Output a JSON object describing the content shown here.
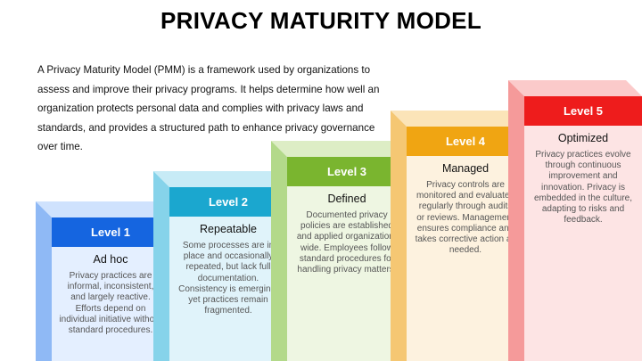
{
  "title": "PRIVACY MATURITY MODEL",
  "intro": "A Privacy Maturity Model (PMM) is a framework used by organizations to assess and improve their privacy programs. It helps determine how well an organization protects personal data and complies with privacy laws and standards, and provides a structured path to enhance privacy governance over time.",
  "levels": [
    {
      "label": "Level 1",
      "name": "Ad hoc",
      "description": "Privacy practices are informal, inconsistent, and largely reactive. Efforts depend on individual initiative without standard procedures.",
      "band_color": "#1565e0",
      "face_color": "#e4efff",
      "top_color": "#cfe2fd",
      "side_color": "#8fb9f5"
    },
    {
      "label": "Level 2",
      "name": "Repeatable",
      "description": "Some processes are in place and occasionally repeated, but lack full documentation. Consistency is emerging, yet practices remain fragmented.",
      "band_color": "#1ba7cf",
      "face_color": "#e0f3fa",
      "top_color": "#c7ebf6",
      "side_color": "#86d3ea"
    },
    {
      "label": "Level 3",
      "name": "Defined",
      "description": "Documented privacy policies are established and applied organization-wide. Employees follow standard procedures for handling privacy matters.",
      "band_color": "#7ab52f",
      "face_color": "#eef6e2",
      "top_color": "#ddedc5",
      "side_color": "#b3d98a"
    },
    {
      "label": "Level 4",
      "name": "Managed",
      "description": "Privacy controls are monitored and evaluated regularly through audits or reviews. Management ensures compliance and takes corrective action as needed.",
      "band_color": "#f0a512",
      "face_color": "#fdf2df",
      "top_color": "#fbe4b8",
      "side_color": "#f5c773"
    },
    {
      "label": "Level 5",
      "name": "Optimized",
      "description": "Privacy practices evolve through continuous improvement and innovation. Privacy is embedded in the culture, adapting to risks and feedback.",
      "band_color": "#ee1c1c",
      "face_color": "#fde4e4",
      "top_color": "#fbcaca",
      "side_color": "#f59a9a"
    }
  ]
}
